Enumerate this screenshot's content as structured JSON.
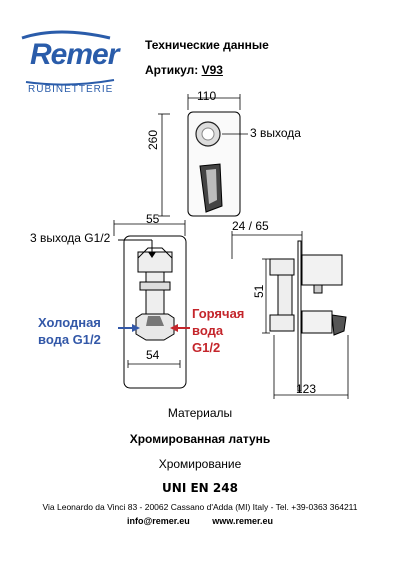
{
  "logo": {
    "brand": "Remer",
    "sub": "RUBINETTERIE"
  },
  "header": {
    "title": "Технические данные",
    "article_label": "Артикул:",
    "article_value": "V93"
  },
  "top_drawing": {
    "width": "110",
    "height": "260",
    "outputs": "3 выхода"
  },
  "middle_drawing": {
    "top_dim": "55",
    "outputs": "3 выхода G1/2",
    "cold_line1": "Холодная",
    "cold_line2": "вода G1/2",
    "hot_line1": "Горячая",
    "hot_line2": "вода",
    "hot_line3": "G1/2",
    "bottom_dim": "54"
  },
  "side_drawing": {
    "top_dim": "24 / 65",
    "side_dim": "51",
    "bottom_dim": "123"
  },
  "materials": {
    "heading": "Материалы",
    "material": "Хромированная латунь",
    "finish": "Хромирование",
    "standard": "UNI EN 248"
  },
  "footer": {
    "address": "Via Leonardo da Vinci 83 - 20062 Cassano d'Adda (MI) Italy - Tel. +39-0363 364211",
    "email": "info@remer.eu",
    "web": "www.remer.eu"
  },
  "colors": {
    "brand": "#2a5caa",
    "cold": "#3358a8",
    "hot": "#c4252b"
  }
}
